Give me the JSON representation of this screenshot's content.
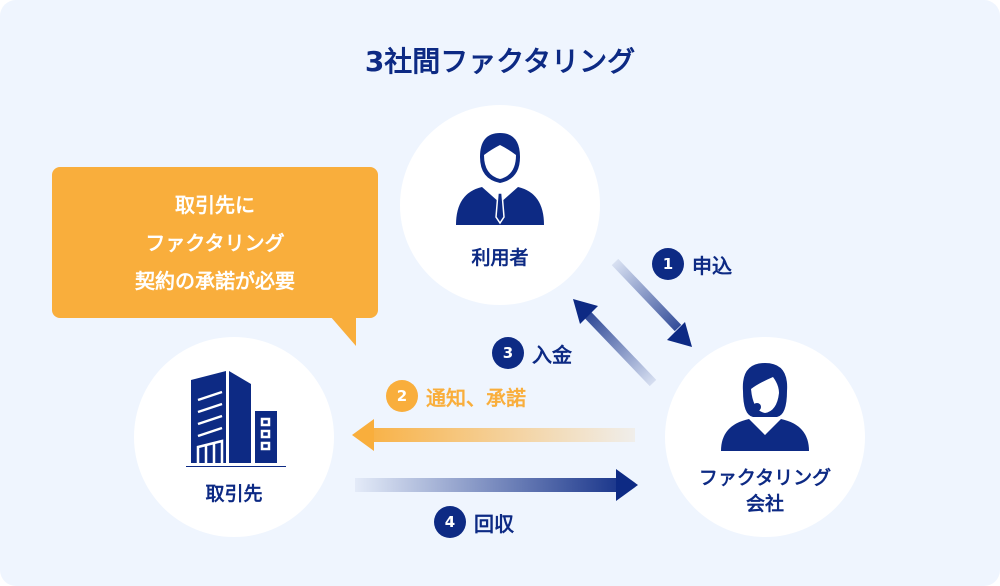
{
  "title": "3社間ファクタリング",
  "callout": {
    "lines": [
      "取引先に",
      "ファクタリング",
      "契約の承諾が必要"
    ]
  },
  "nodes": {
    "user": "利用者",
    "client": "取引先",
    "factoring": [
      "ファクタリング",
      "会社"
    ]
  },
  "steps": [
    {
      "num": "1",
      "label": "申込"
    },
    {
      "num": "2",
      "label": "通知、承諾"
    },
    {
      "num": "3",
      "label": "入金"
    },
    {
      "num": "4",
      "label": "回収"
    }
  ],
  "colors": {
    "navy": "#0d2a84",
    "orange": "#f9ae3c",
    "background": "#eff5fe"
  }
}
